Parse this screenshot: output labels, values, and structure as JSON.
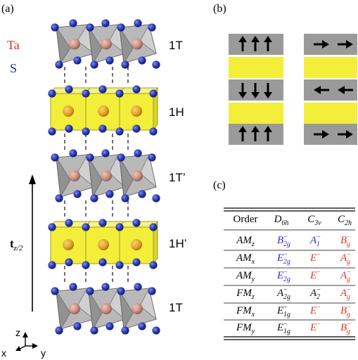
{
  "panel_labels": {
    "a": "(a)",
    "b": "(b)",
    "c": "(c)"
  },
  "legend": {
    "ta": "Ta",
    "s": "S"
  },
  "colors": {
    "ta": "#c0392b",
    "s": "#1f2f9a",
    "h_layer": "#f2ee3a",
    "t_layer": "#9a9a9a",
    "arrow": "#000000",
    "blue_entry": "#2b2bd6",
    "red_entry": "#d93a2b"
  },
  "layers": [
    "1T",
    "1H",
    "1T’",
    "1H’",
    "1T"
  ],
  "translation": {
    "symbol": "t",
    "subscript": "z/2"
  },
  "axes": {
    "z": "z",
    "x": "x",
    "y": "y"
  },
  "panel_b": {
    "left_rows": [
      "up",
      "h",
      "down",
      "h",
      "up"
    ],
    "right_rows": [
      "right",
      "h",
      "left",
      "h",
      "right"
    ]
  },
  "table": {
    "headers": [
      {
        "base": "Order",
        "sub": ""
      },
      {
        "base": "D",
        "sub": "6h"
      },
      {
        "base": "C",
        "sub": "3v"
      },
      {
        "base": "C",
        "sub": "2h"
      }
    ],
    "rows": [
      {
        "order": "AM",
        "order_sub": "z",
        "cells": [
          {
            "b": "B",
            "sup": "−",
            "sub": "2g",
            "c": "blue"
          },
          {
            "b": "A",
            "sup": "−",
            "sub": "1",
            "c": "blue"
          },
          {
            "b": "B",
            "sup": "−",
            "sub": "g",
            "c": "red"
          }
        ]
      },
      {
        "order": "AM",
        "order_sub": "x",
        "cells": [
          {
            "b": "E",
            "sup": "−",
            "sub": "2g",
            "c": "blue"
          },
          {
            "b": "E",
            "sup": "−",
            "sub": "",
            "c": "red"
          },
          {
            "b": "A",
            "sup": "−",
            "sub": "g",
            "c": "red"
          }
        ]
      },
      {
        "order": "AM",
        "order_sub": "y",
        "cells": [
          {
            "b": "E",
            "sup": "−",
            "sub": "2g",
            "c": "blue"
          },
          {
            "b": "E",
            "sup": "−",
            "sub": "",
            "c": "red"
          },
          {
            "b": "A",
            "sup": "−",
            "sub": "g",
            "c": "red"
          }
        ]
      },
      {
        "order": "FM",
        "order_sub": "z",
        "cells": [
          {
            "b": "A",
            "sup": "−",
            "sub": "2g",
            "c": "black"
          },
          {
            "b": "A",
            "sup": "−",
            "sub": "2",
            "c": "black"
          },
          {
            "b": "A",
            "sup": "−",
            "sub": "g",
            "c": "red"
          }
        ]
      },
      {
        "order": "FM",
        "order_sub": "x",
        "cells": [
          {
            "b": "E",
            "sup": "−",
            "sub": "1g",
            "c": "black"
          },
          {
            "b": "E",
            "sup": "−",
            "sub": "",
            "c": "red"
          },
          {
            "b": "B",
            "sup": "−",
            "sub": "g",
            "c": "red"
          }
        ]
      },
      {
        "order": "FM",
        "order_sub": "y",
        "cells": [
          {
            "b": "E",
            "sup": "−",
            "sub": "1g",
            "c": "black"
          },
          {
            "b": "E",
            "sup": "−",
            "sub": "",
            "c": "red"
          },
          {
            "b": "B",
            "sup": "−",
            "sub": "g",
            "c": "red"
          }
        ]
      }
    ]
  }
}
